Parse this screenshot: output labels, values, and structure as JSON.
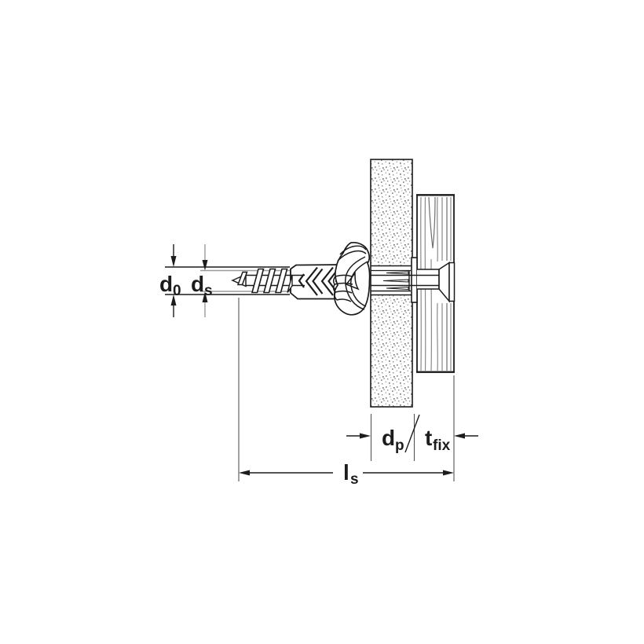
{
  "figure": {
    "labels": {
      "d0": {
        "main": "d",
        "sub": "0"
      },
      "ds": {
        "main": "d",
        "sub": "s"
      },
      "dp": {
        "main": "d",
        "sub": "p"
      },
      "tfix": {
        "main": "t",
        "sub": "fix"
      },
      "ls": {
        "main": "l",
        "sub": "s"
      }
    },
    "colors": {
      "line": "#1c1c1c",
      "dim_secondary": "#9b9b9b",
      "extension_line": "#555555",
      "wood_grain": "#8a8a8a",
      "stipple": "#6e6e6e",
      "background": "#ffffff"
    }
  }
}
